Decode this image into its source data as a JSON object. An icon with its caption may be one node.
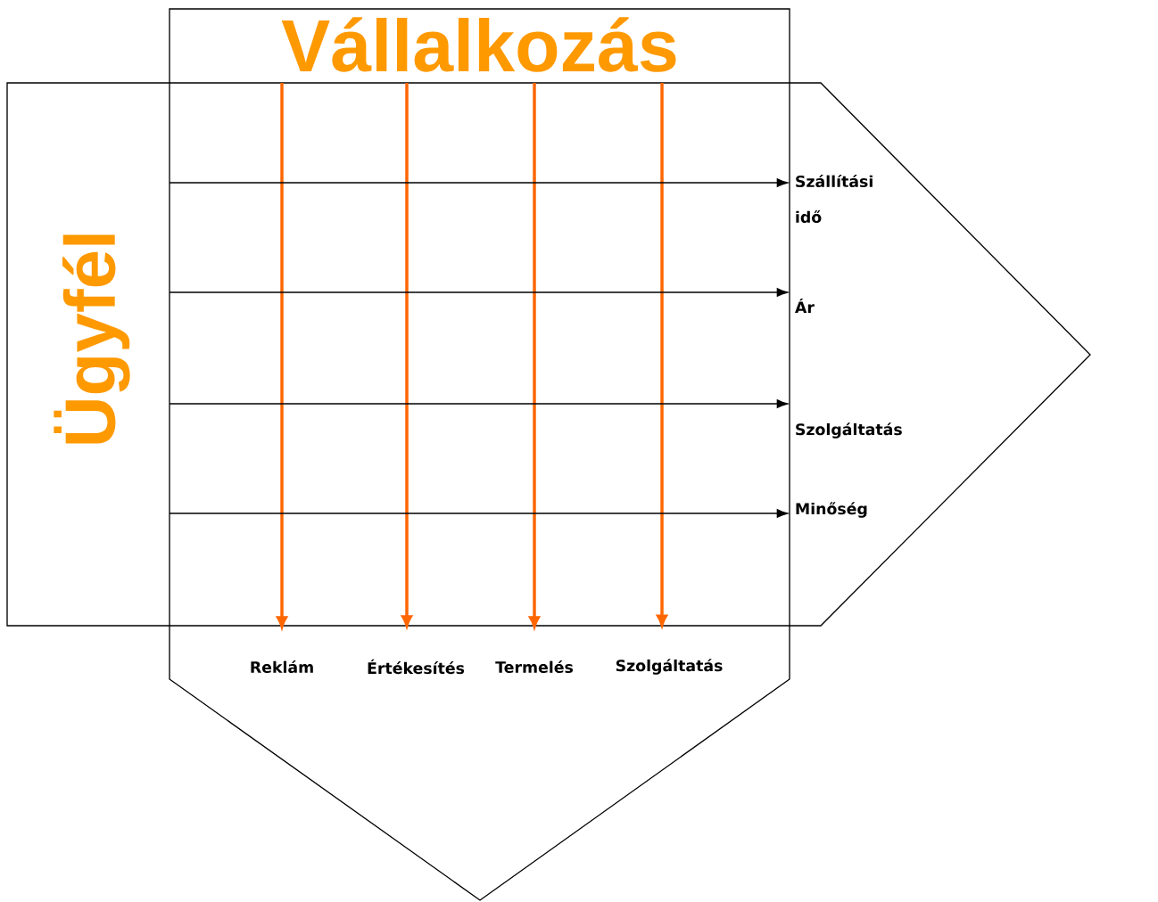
{
  "diagram": {
    "nodes": [
      {
        "text": [
          "Vállalkozás"
        ]
      },
      {
        "text": [
          "Ügyfél"
        ]
      },
      {
        "text": [
          "Reklám"
        ],
        "in": 0
      },
      {
        "text": [
          "Értékesítés"
        ],
        "in": 0
      },
      {
        "text": [
          "Termelés"
        ],
        "in": 0
      },
      {
        "text": [
          "Szolgáltatás"
        ],
        "in": 0
      },
      {
        "text": [
          "Szállítási idő"
        ],
        "in": 1
      },
      {
        "text": [
          "Ár"
        ],
        "in": 1
      },
      {
        "text": [
          "Szolgáltatás"
        ],
        "in": 1
      },
      {
        "text": [
          "Minőség"
        ],
        "in": 1
      }
    ],
    "edges": [
      {
        "from": 1,
        "to": 2,
        "arrow": "to",
        "style": "thick",
        "color": "#ff6600"
      },
      {
        "from": 1,
        "to": 3,
        "arrow": "to",
        "style": "thick",
        "color": "#ff6600"
      },
      {
        "from": 1,
        "to": 4,
        "arrow": "to",
        "style": "thick",
        "color": "#ff6600"
      },
      {
        "from": 1,
        "to": 5,
        "arrow": "to",
        "style": "thick",
        "color": "#ff6600"
      },
      {
        "from": 0,
        "to": 6,
        "arrow": "to",
        "color": "#000000"
      },
      {
        "from": 0,
        "to": 7,
        "arrow": "to",
        "color": "#000000"
      },
      {
        "from": 0,
        "to": 8,
        "arrow": "to",
        "color": "#000000"
      },
      {
        "from": 0,
        "to": 9,
        "arrow": "to",
        "color": "#000000"
      }
    ]
  }
}
